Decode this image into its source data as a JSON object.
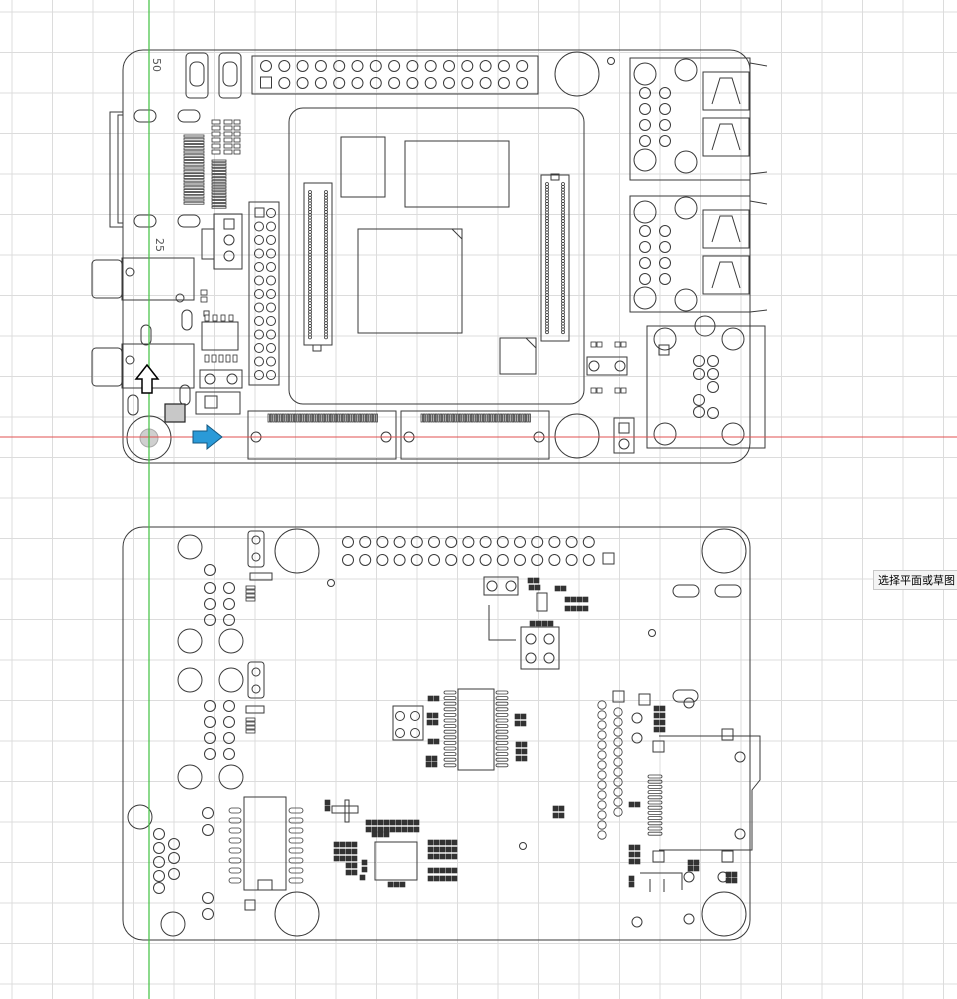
{
  "viewport": {
    "tooltip_text": "选择平面或草图",
    "grid_color": "#dcdcdc",
    "axis_x_color": "#e05050",
    "axis_y_color": "#40c040"
  },
  "board_top": {
    "silkscreen_labels": [
      "50",
      "25"
    ]
  },
  "cursors": {
    "arrow_up_icon": "hollow-up-arrow",
    "arrow_right_icon": "blue-right-arrow"
  }
}
